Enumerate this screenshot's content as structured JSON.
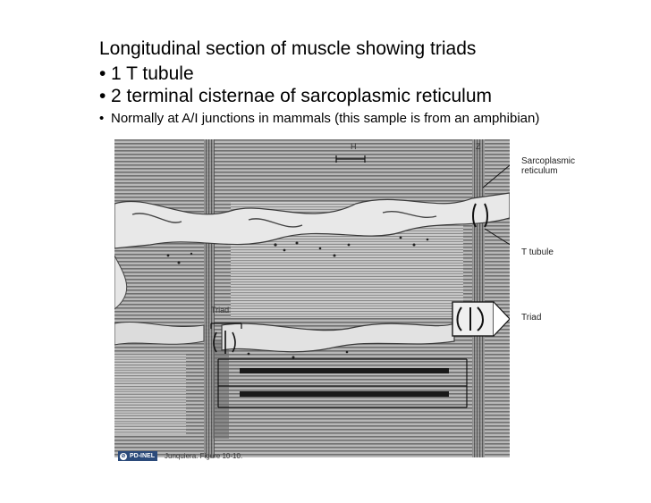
{
  "title": "Longitudinal section of muscle showing triads",
  "bullets": [
    {
      "marker": "•",
      "text": "1 T tubule"
    },
    {
      "marker": "•",
      "text": "2 terminal cisternae of sarcoplasmic reticulum"
    },
    {
      "marker": "•",
      "text": "Normally at A/I junctions in mammals (this sample is from an amphibian)"
    }
  ],
  "figure": {
    "labels": {
      "sarcoplasmic_reticulum_line1": "Sarcoplasmic",
      "sarcoplasmic_reticulum_line2": "reticulum",
      "t_tubule": "T tubule",
      "triad_right": "Triad",
      "triad_inner": "Triad",
      "h_band": "H",
      "z_line": "Z"
    },
    "credit": {
      "badge": "PD-INEL",
      "badge_icon": "public-domain-icon",
      "text": "Junquiera. Figure 10-10."
    }
  }
}
